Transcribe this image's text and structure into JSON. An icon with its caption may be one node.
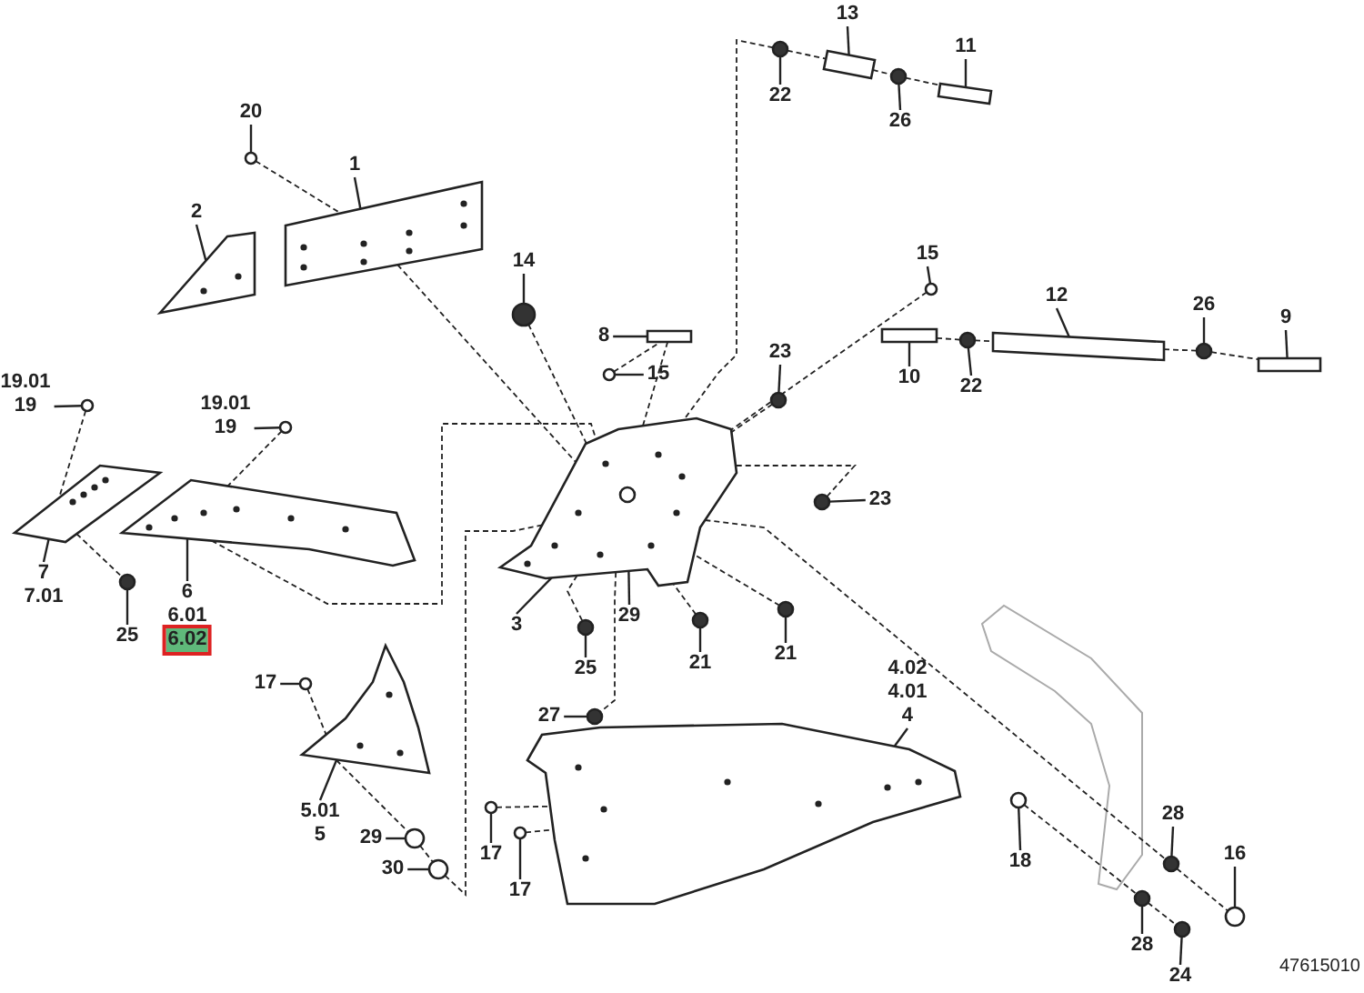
{
  "diagram": {
    "nodes": [
      {
        "text": [
          "13"
        ]
      },
      {
        "text": [
          "11"
        ]
      },
      {
        "text": [
          "20"
        ]
      },
      {
        "text": [
          "1"
        ]
      },
      {
        "text": [
          "22"
        ]
      },
      {
        "text": [
          "26"
        ]
      },
      {
        "text": [
          "2"
        ]
      },
      {
        "text": [
          "14"
        ]
      },
      {
        "text": [
          "15"
        ]
      },
      {
        "text": [
          "12"
        ]
      },
      {
        "text": [
          "26"
        ]
      },
      {
        "text": [
          "9"
        ]
      },
      {
        "text": [
          "8"
        ]
      },
      {
        "text": [
          "15"
        ]
      },
      {
        "text": [
          "23"
        ]
      },
      {
        "text": [
          "10"
        ]
      },
      {
        "text": [
          "22"
        ]
      },
      {
        "text": [
          "19.01",
          "19"
        ]
      },
      {
        "text": [
          "19.01",
          "19"
        ]
      },
      {
        "text": [
          "23"
        ]
      },
      {
        "text": [
          "7",
          "7.01"
        ]
      },
      {
        "text": [
          "6",
          "6.01",
          "6.02"
        ]
      },
      {
        "text": [
          "25"
        ]
      },
      {
        "text": [
          "3"
        ]
      },
      {
        "text": [
          "29"
        ]
      },
      {
        "text": [
          "25"
        ]
      },
      {
        "text": [
          "21"
        ]
      },
      {
        "text": [
          "21"
        ]
      },
      {
        "text": [
          "4.02",
          "4.01",
          "4"
        ]
      },
      {
        "text": [
          "17"
        ]
      },
      {
        "text": [
          "27"
        ]
      },
      {
        "text": [
          "5.01",
          "5"
        ]
      },
      {
        "text": [
          "29"
        ]
      },
      {
        "text": [
          "17"
        ]
      },
      {
        "text": [
          "17"
        ]
      },
      {
        "text": [
          "30"
        ]
      },
      {
        "text": [
          "18"
        ]
      },
      {
        "text": [
          "28"
        ]
      },
      {
        "text": [
          "16"
        ]
      },
      {
        "text": [
          "28"
        ]
      },
      {
        "text": [
          "24"
        ]
      },
      {
        "text": [],
        "shape": "bar"
      },
      {
        "text": [],
        "shape": "bar"
      },
      {
        "text": [],
        "shape": "circle"
      },
      {
        "text": [],
        "shape": "picture"
      },
      {
        "text": [],
        "shape": "circle"
      },
      {
        "text": [],
        "shape": "circle"
      },
      {
        "text": [],
        "shape": "picture"
      },
      {
        "text": [],
        "shape": "circle"
      },
      {
        "text": [],
        "shape": "circle"
      },
      {
        "text": [],
        "shape": "bar"
      },
      {
        "text": [],
        "shape": "circle"
      },
      {
        "text": [],
        "shape": "bar"
      },
      {
        "text": [],
        "shape": "bar"
      },
      {
        "text": [],
        "shape": "circle"
      },
      {
        "text": [],
        "shape": "circle"
      },
      {
        "text": [],
        "shape": "bar"
      },
      {
        "text": [],
        "shape": "circle"
      },
      {
        "text": [],
        "shape": "circle"
      },
      {
        "text": [],
        "shape": "circle"
      },
      {
        "text": [],
        "shape": "circle"
      },
      {
        "text": [],
        "shape": "picture"
      },
      {
        "text": [],
        "shape": "picture"
      },
      {
        "text": [],
        "shape": "circle"
      },
      {
        "text": [],
        "shape": "picture"
      },
      {
        "text": [],
        "shape": "circle",
        "in": 64
      },
      {
        "text": [],
        "shape": "circle"
      },
      {
        "text": [],
        "shape": "circle"
      },
      {
        "text": [],
        "shape": "circle"
      },
      {
        "text": [],
        "shape": "picture"
      },
      {
        "text": [],
        "shape": "circle"
      },
      {
        "text": [],
        "shape": "circle"
      },
      {
        "text": [],
        "shape": "picture"
      },
      {
        "text": [],
        "shape": "circle"
      },
      {
        "text": [],
        "shape": "circle"
      },
      {
        "text": [],
        "shape": "circle"
      },
      {
        "text": [],
        "shape": "circle"
      },
      {
        "text": [],
        "shape": "circle"
      },
      {
        "text": [],
        "shape": "circle"
      },
      {
        "text": [],
        "shape": "circle"
      },
      {
        "text": [],
        "shape": "circle"
      },
      {
        "text": [],
        "shape": "circle"
      }
    ],
    "edges": [
      {
        "from": 0,
        "to": 41,
        "arrow": "none"
      },
      {
        "from": 1,
        "to": 42,
        "arrow": "none"
      },
      {
        "from": 2,
        "to": 43,
        "arrow": "none"
      },
      {
        "from": 3,
        "to": 44,
        "arrow": "none"
      },
      {
        "from": 4,
        "to": 45,
        "arrow": "none"
      },
      {
        "from": 5,
        "to": 46,
        "arrow": "none"
      },
      {
        "from": 6,
        "to": 47,
        "arrow": "none"
      },
      {
        "from": 7,
        "to": 48,
        "arrow": "none"
      },
      {
        "from": 8,
        "to": 49,
        "arrow": "none"
      },
      {
        "from": 9,
        "to": 50,
        "arrow": "none"
      },
      {
        "from": 10,
        "to": 51,
        "arrow": "none"
      },
      {
        "from": 11,
        "to": 52,
        "arrow": "none"
      },
      {
        "from": 12,
        "to": 53,
        "arrow": "none"
      },
      {
        "from": 13,
        "to": 54,
        "arrow": "none"
      },
      {
        "from": 14,
        "to": 55,
        "arrow": "none"
      },
      {
        "from": 15,
        "to": 56,
        "arrow": "none"
      },
      {
        "from": 16,
        "to": 57,
        "arrow": "none"
      },
      {
        "from": 17,
        "to": 58,
        "arrow": "none"
      },
      {
        "from": 18,
        "to": 59,
        "arrow": "none"
      },
      {
        "from": 19,
        "to": 60,
        "arrow": "none"
      },
      {
        "from": 20,
        "to": 61,
        "arrow": "none"
      },
      {
        "from": 21,
        "to": 62,
        "arrow": "none"
      },
      {
        "from": 22,
        "to": 63,
        "arrow": "none"
      },
      {
        "from": 23,
        "to": 64,
        "arrow": "none"
      },
      {
        "from": 24,
        "to": 65,
        "arrow": "none"
      },
      {
        "from": 25,
        "to": 66,
        "arrow": "none"
      },
      {
        "from": 26,
        "to": 67,
        "arrow": "none"
      },
      {
        "from": 27,
        "to": 68,
        "arrow": "none"
      },
      {
        "from": 28,
        "to": 69,
        "arrow": "none"
      },
      {
        "from": 29,
        "to": 70,
        "arrow": "none"
      },
      {
        "from": 30,
        "to": 71,
        "arrow": "none"
      },
      {
        "from": 31,
        "to": 72,
        "arrow": "none"
      },
      {
        "from": 32,
        "to": 73,
        "arrow": "none"
      },
      {
        "from": 33,
        "to": 74,
        "arrow": "none"
      },
      {
        "from": 34,
        "to": 75,
        "arrow": "none"
      },
      {
        "from": 35,
        "to": 76,
        "arrow": "none"
      },
      {
        "from": 36,
        "to": 77,
        "arrow": "none"
      },
      {
        "from": 37,
        "to": 78,
        "arrow": "none"
      },
      {
        "from": 38,
        "to": 79,
        "arrow": "none"
      },
      {
        "from": 39,
        "to": 80,
        "arrow": "none"
      },
      {
        "from": 40,
        "to": 81,
        "arrow": "none"
      },
      {
        "from": 43,
        "to": 44,
        "arrow": "none",
        "style": "dashed"
      },
      {
        "from": 44,
        "to": 64,
        "arrow": "none",
        "style": "dashed"
      },
      {
        "from": 48,
        "to": 64,
        "arrow": "none",
        "style": "dashed"
      },
      {
        "from": 45,
        "to": 41,
        "arrow": "none",
        "style": "dashed"
      },
      {
        "from": 41,
        "to": 46,
        "arrow": "none",
        "style": "dashed"
      },
      {
        "from": 46,
        "to": 42,
        "arrow": "none",
        "style": "dashed"
      },
      {
        "from": 45,
        "to": 64,
        "arrow": "none",
        "style": "dashed"
      },
      {
        "from": 49,
        "to": 64,
        "arrow": "none",
        "style": "dashed"
      },
      {
        "from": 56,
        "to": 57,
        "arrow": "none",
        "style": "dashed"
      },
      {
        "from": 57,
        "to": 50,
        "arrow": "none",
        "style": "dashed"
      },
      {
        "from": 50,
        "to": 51,
        "arrow": "none",
        "style": "dashed"
      },
      {
        "from": 51,
        "to": 52,
        "arrow": "none",
        "style": "dashed"
      },
      {
        "from": 54,
        "to": 53,
        "arrow": "none",
        "style": "dashed"
      },
      {
        "from": 53,
        "to": 64,
        "arrow": "none",
        "style": "dashed"
      },
      {
        "from": 55,
        "to": 64,
        "arrow": "none",
        "style": "dashed"
      },
      {
        "from": 60,
        "to": 64,
        "arrow": "none",
        "style": "dashed"
      },
      {
        "from": 67,
        "to": 64,
        "arrow": "none",
        "style": "dashed"
      },
      {
        "from": 68,
        "to": 64,
        "arrow": "none",
        "style": "dashed"
      },
      {
        "from": 64,
        "to": 78,
        "arrow": "none",
        "style": "dashed"
      },
      {
        "from": 78,
        "to": 79,
        "arrow": "none",
        "style": "dashed"
      },
      {
        "from": 77,
        "to": 80,
        "arrow": "none",
        "style": "dashed"
      },
      {
        "from": 80,
        "to": 81,
        "arrow": "none",
        "style": "dashed"
      },
      {
        "from": 58,
        "to": 61,
        "arrow": "none",
        "style": "dashed"
      },
      {
        "from": 59,
        "to": 62,
        "arrow": "none",
        "style": "dashed"
      },
      {
        "from": 62,
        "to": 64,
        "arrow": "none",
        "style": "dashed"
      },
      {
        "from": 64,
        "to": 66,
        "arrow": "none",
        "style": "dashed"
      },
      {
        "from": 70,
        "to": 72,
        "arrow": "none",
        "style": "dashed"
      },
      {
        "from": 73,
        "to": 76,
        "arrow": "none",
        "style": "dashed"
      },
      {
        "from": 76,
        "to": 64,
        "arrow": "none",
        "style": "dashed"
      },
      {
        "from": 64,
        "to": 71,
        "arrow": "none",
        "style": "dashed"
      },
      {
        "from": 74,
        "to": 69,
        "arrow": "none",
        "style": "dashed"
      },
      {
        "from": 75,
        "to": 69,
        "arrow": "none",
        "style": "dashed"
      },
      {
        "from": 61,
        "to": 63,
        "arrow": "none",
        "style": "dashed"
      },
      {
        "from": 72,
        "to": 73,
        "arrow": "none",
        "style": "dashed"
      }
    ],
    "labels": [
      "47615010"
    ]
  }
}
